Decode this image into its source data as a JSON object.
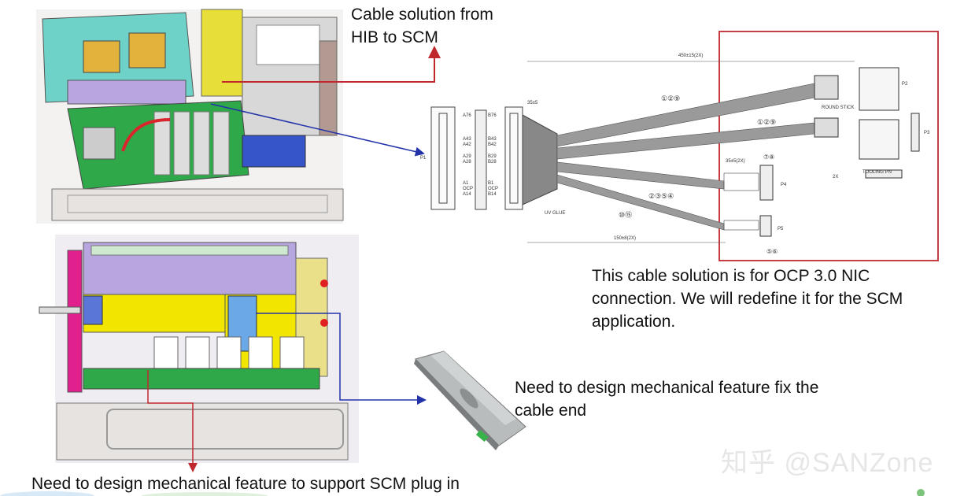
{
  "callouts": {
    "cable_solution": "Cable solution from\nHIB to SCM",
    "ocp_nic": "This cable solution is for OCP 3.0 NIC\nconnection. We will redefine it for the SCM\napplication.",
    "fix_cable_end": "Need to design mechanical feature fix the\ncable end",
    "support_scm_plug": "Need to design mechanical feature to support SCM plug in"
  },
  "watermark": "知乎 @SANZone",
  "drawing": {
    "p1": "P1",
    "p2": "P2",
    "p3": "P3",
    "p4": "P4",
    "p5": "P5",
    "len_total": "450±15(2X)",
    "len_short": "150±8(2X)",
    "len_branch": "35±5",
    "len_35": "35±5(2X)",
    "uv_glue": "UV GLUE",
    "tooling_pn": "TOOLING PN",
    "round_stick": "ROUND STICK",
    "qty_2x": "2X",
    "labels_upper": "①②⑨",
    "labels_mid": "①②⑨",
    "labels_p4": "②③⑤④",
    "labels_p5": "⑩⑮",
    "labels_78": "⑦⑧",
    "labels_56": "⑤⑥",
    "pin_a76": "A76",
    "pin_b76": "B76",
    "pin_a43": "A43",
    "pin_a42": "A42",
    "pin_b43": "B43",
    "pin_b42": "B42",
    "pin_a29": "A29",
    "pin_a28": "A28",
    "pin_b29": "B29",
    "pin_b28": "B28",
    "pin_a1": "A1",
    "pin_b1": "B1",
    "pin_ocp": "OCP",
    "pin_a14": "A14",
    "pin_b14": "B14"
  },
  "colors": {
    "red_frame": "#c0282d",
    "arrow_blue": "#2233aa",
    "arrow_red": "#c0282d",
    "chassis_purple": "#b8a6e0",
    "chassis_yellow": "#f2e600",
    "pcb_green": "#2fa84a",
    "magenta": "#e0208c"
  }
}
